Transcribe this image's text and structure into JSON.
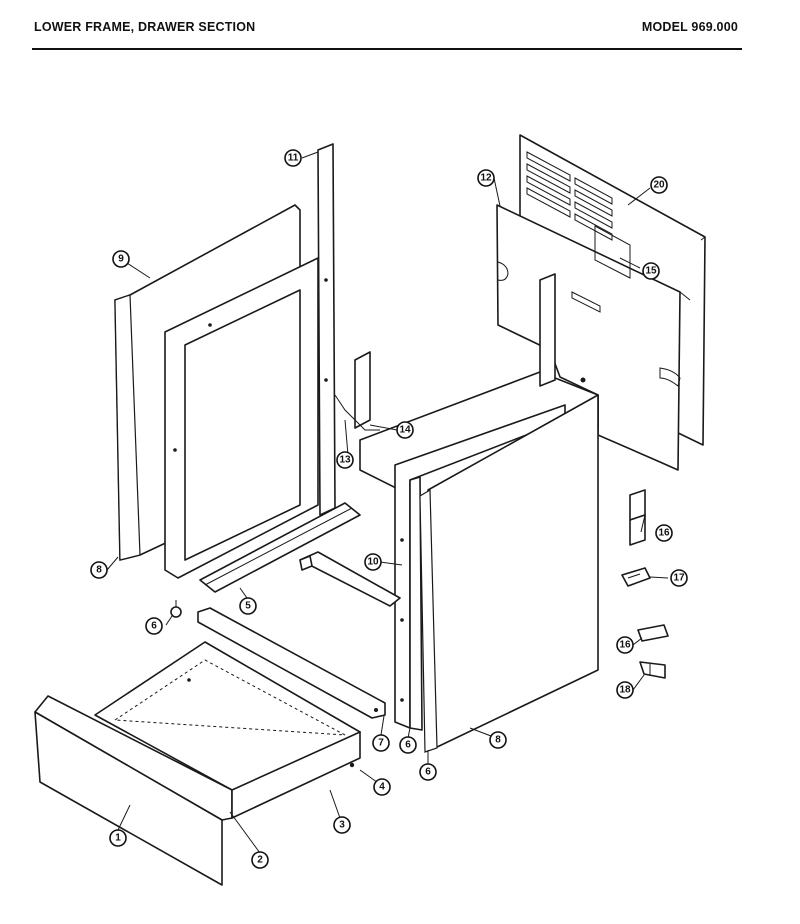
{
  "header": {
    "title": "LOWER FRAME, DRAWER SECTION",
    "model": "MODEL 969.000"
  },
  "callouts": {
    "c1": "1",
    "c2": "2",
    "c3": "3",
    "c4": "4",
    "c5": "5",
    "c6a": "6",
    "c6b": "6",
    "c6c": "6",
    "c7": "7",
    "c8a": "8",
    "c8b": "8",
    "c9": "9",
    "c10": "10",
    "c11": "11",
    "c12": "12",
    "c13": "13",
    "c14": "14",
    "c15": "15",
    "c16a": "16",
    "c16b": "16",
    "c17": "17",
    "c18": "18",
    "c20": "20"
  }
}
